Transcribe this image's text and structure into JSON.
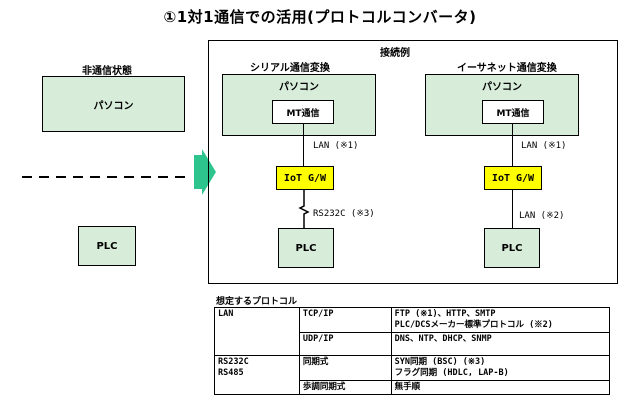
{
  "title": "①1対1通信での活用(プロトコルコンバータ)",
  "left": {
    "heading": "非通信状態",
    "pc_label": "パソコン",
    "plc_label": "PLC"
  },
  "example": {
    "heading": "接続例",
    "serial": {
      "heading": "シリアル通信変換",
      "pc_label": "パソコン",
      "mt_label": "MT通信",
      "lan_label": "LAN (※1)",
      "gw_label": "IoT G/W",
      "rs_label": "RS232C (※3)",
      "plc_label": "PLC"
    },
    "ethernet": {
      "heading": "イーサネット通信変換",
      "pc_label": "パソコン",
      "mt_label": "MT通信",
      "lan1_label": "LAN (※1)",
      "gw_label": "IoT G/W",
      "lan2_label": "LAN (※2)",
      "plc_label": "PLC"
    }
  },
  "colors": {
    "box_fill": "#d7ecd9",
    "gateway_fill": "#ffff00",
    "arrow": "#2ec48e"
  },
  "protocols": {
    "heading": "想定するプロトコル",
    "rows": [
      {
        "col1": "LAN",
        "col2": "TCP/IP",
        "col3a": "FTP (※1)、HTTP、SMTP",
        "col3b": "PLC/DCSメーカー標準プロトコル (※2)"
      },
      {
        "col1": "",
        "col2": "UDP/IP",
        "col3a": "DNS、NTP、DHCP、SNMP",
        "col3b": ""
      },
      {
        "col1a": "RS232C",
        "col1b": "RS485",
        "col2": "同期式",
        "col3a": "SYN同期 (BSC) (※3)",
        "col3b": "フラグ同期 (HDLC, LAP-B)"
      },
      {
        "col1": "",
        "col2": "歩調同期式",
        "col3a": "無手順",
        "col3b": ""
      }
    ]
  }
}
